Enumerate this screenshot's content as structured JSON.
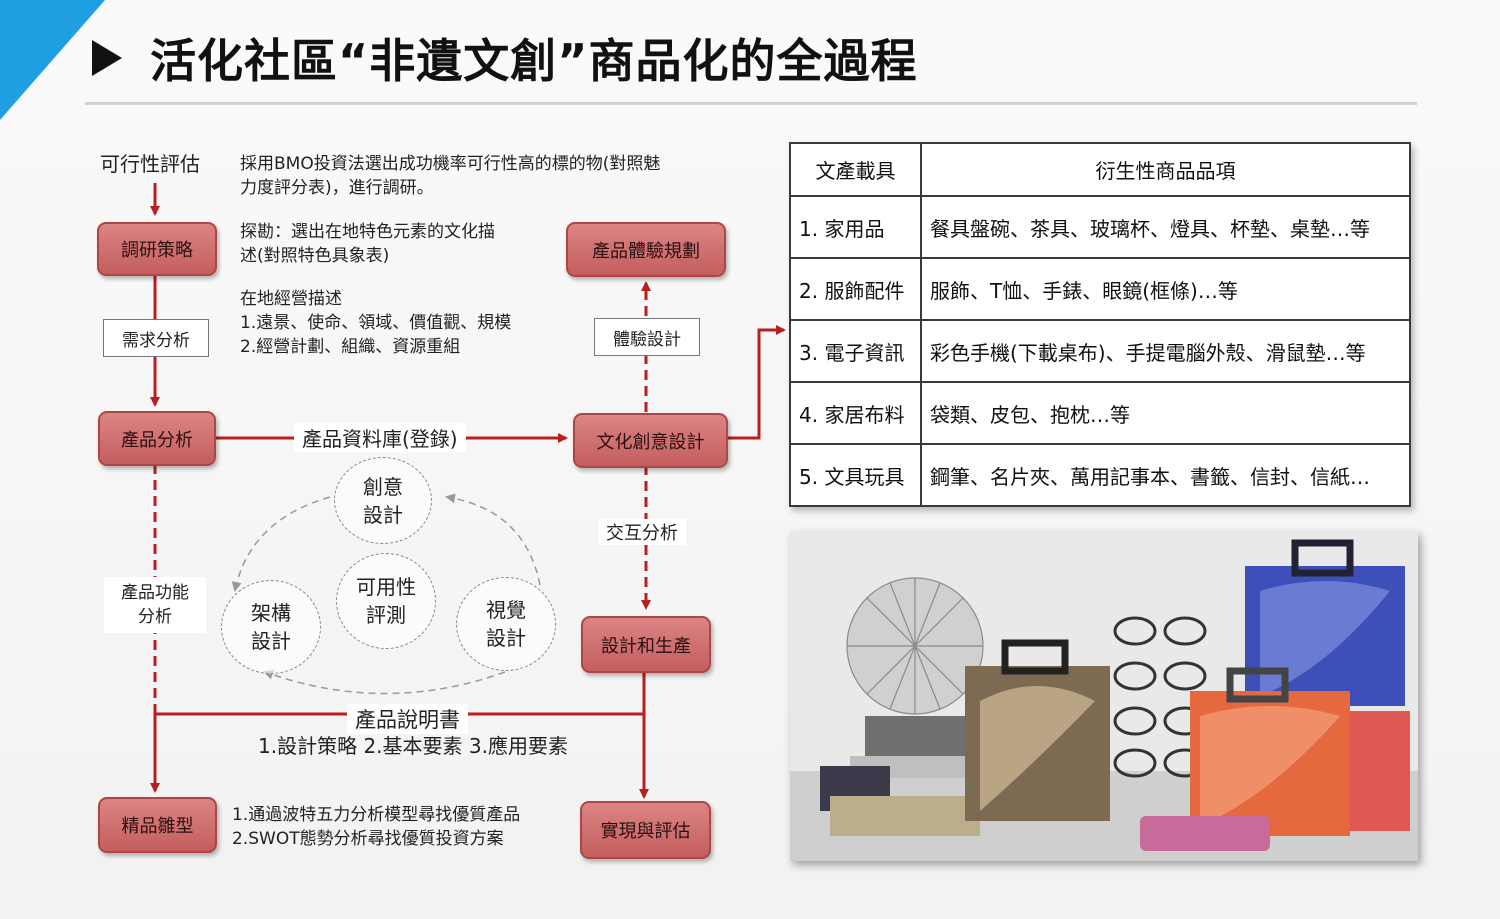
{
  "title": "活化社區“非遺文創”商品化的全過程",
  "flow": {
    "feasibility_label": "可行性評估",
    "feasibility_text": [
      "採用BMO投資法選出成功機率可行性高的標的物(對照魅",
      "力度評分表)，進行調研。"
    ],
    "exploration_text": [
      "探勘：選出在地特色元素的文化描",
      "述(對照特色具象表)"
    ],
    "local_text": [
      "在地經營描述",
      "1.遠景、使命、領域、價值觀、規模",
      "2.經營計劃、組織、資源重組"
    ],
    "research_strategy": "調研策略",
    "demand_analysis": "需求分析",
    "product_analysis": "產品分析",
    "product_database": "產品資料庫(登錄)",
    "cultural_design": "文化創意設計",
    "experience_design": "體驗設計",
    "experience_planning": "產品體驗規劃",
    "interaction_analysis": "交互分析",
    "design_production": "設計和生產",
    "function_analysis": [
      "產品功能",
      "分析"
    ],
    "creative_design": [
      "創意",
      "設計"
    ],
    "architecture_design": [
      "架構",
      "設計"
    ],
    "usability_test": [
      "可用性",
      "評測"
    ],
    "visual_design": [
      "視覺",
      "設計"
    ],
    "manual_title": "產品說明書",
    "manual_items": "1.設計策略  2.基本要素  3.應用要素",
    "prototype": "精品雛型",
    "prototype_text": [
      "1.通過波特五力分析模型尋找優質產品",
      "2.SWOT態勢分析尋找優質投資方案"
    ],
    "realize_evaluate": "實現與評估"
  },
  "table": {
    "headers": [
      "文產載具",
      "衍生性商品品項"
    ],
    "rows": [
      [
        "1. 家用品",
        "餐具盤碗、茶具、玻璃杯、燈具、杯墊、桌墊…等"
      ],
      [
        "2. 服飾配件",
        "服飾、T恤、手錶、眼鏡(框條)…等"
      ],
      [
        "3. 電子資訊",
        "彩色手機(下載桌布)、手提電腦外殼、滑鼠墊…等"
      ],
      [
        "4. 家居布料",
        "袋類、皮包、抱枕…等"
      ],
      [
        "5. 文具玩具",
        "鋼筆、名片夾、萬用記事本、書籤、信封、信紙…"
      ]
    ]
  },
  "colors": {
    "accent": "#1f9fe2",
    "node_fill": "#d27272",
    "node_border": "#ae4646",
    "arrow": "#b81f1f"
  }
}
